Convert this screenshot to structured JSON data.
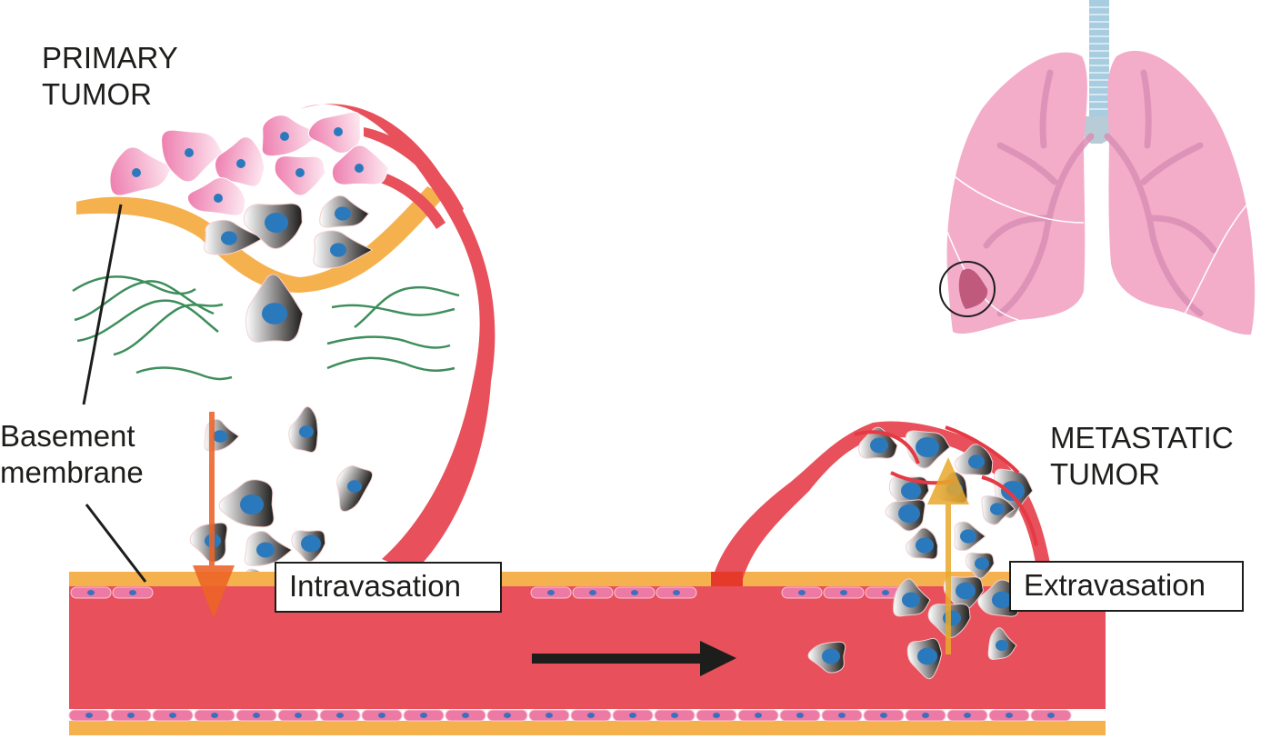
{
  "labels": {
    "primary_tumor": [
      "PRIMARY",
      "TUMOR"
    ],
    "basement_membrane": [
      "Basement",
      "membrane"
    ],
    "metastatic_tumor": [
      "METASTATIC",
      "TUMOR"
    ],
    "intravasation": "Intravasation",
    "extravasation": "Extravasation"
  },
  "colors": {
    "vessel": "#e8505b",
    "basement_membrane": "#f6b14f",
    "endothelium": "#ec7aa4",
    "endothelium_nucleus": "#3c6fbf",
    "nucleus": "#2b79bd",
    "epithelial_cell": "#ef86b4",
    "stroma_fiber": "#3e8e5c",
    "lung": "#f4adc9",
    "lung_bronchi": "#d98fb6",
    "trachea": "#a8cde0",
    "lung_lesion": "#c05a7c",
    "intravasation_arrow": "#ec6326",
    "extravasation_arrow": "#e8a92c",
    "flow_arrow": "#1d1d1b"
  },
  "icons": {
    "flow_direction": "right-arrow-icon",
    "intravasation": "down-arrow-icon",
    "extravasation": "up-arrow-icon",
    "lung": "lungs-icon",
    "lesion_marker": "circle-highlight-icon"
  }
}
